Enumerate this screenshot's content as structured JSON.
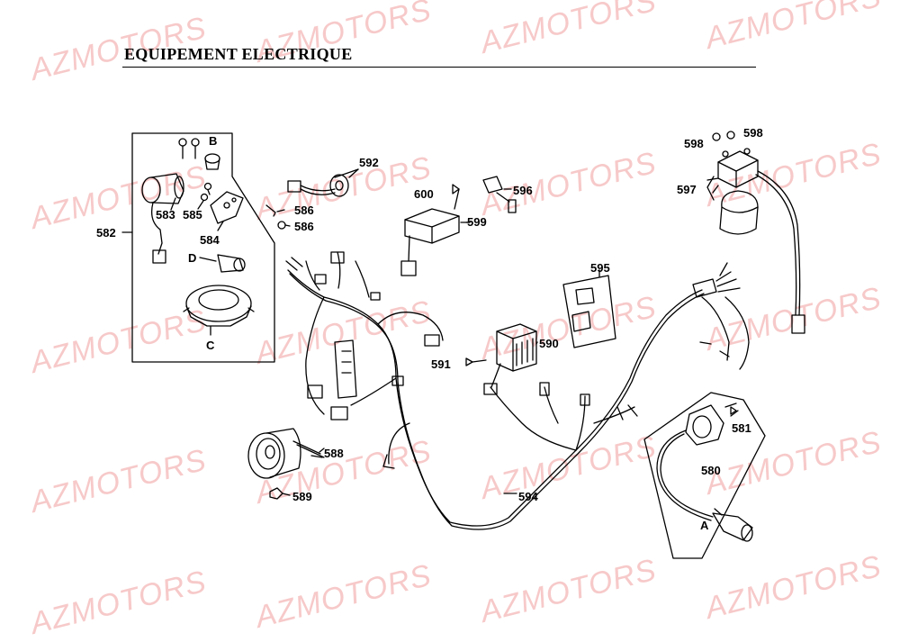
{
  "title": "EQUIPEMENT ELECTRIQUE",
  "watermark": "AZMOTORS",
  "watermark_color": "#e05a5a",
  "part_labels": {
    "p582": "582",
    "p583": "583",
    "p584": "584",
    "p585": "585",
    "p586a": "586",
    "p586b": "586",
    "p588": "588",
    "p589": "589",
    "p590": "590",
    "p591": "591",
    "p592": "592",
    "p594": "594",
    "p595": "595",
    "p596": "596",
    "p597": "597",
    "p598a": "598",
    "p598b": "598",
    "p599": "599",
    "p600": "600",
    "p580": "580",
    "p581": "581",
    "lA": "A",
    "lB": "B",
    "lC": "C",
    "lD": "D"
  }
}
